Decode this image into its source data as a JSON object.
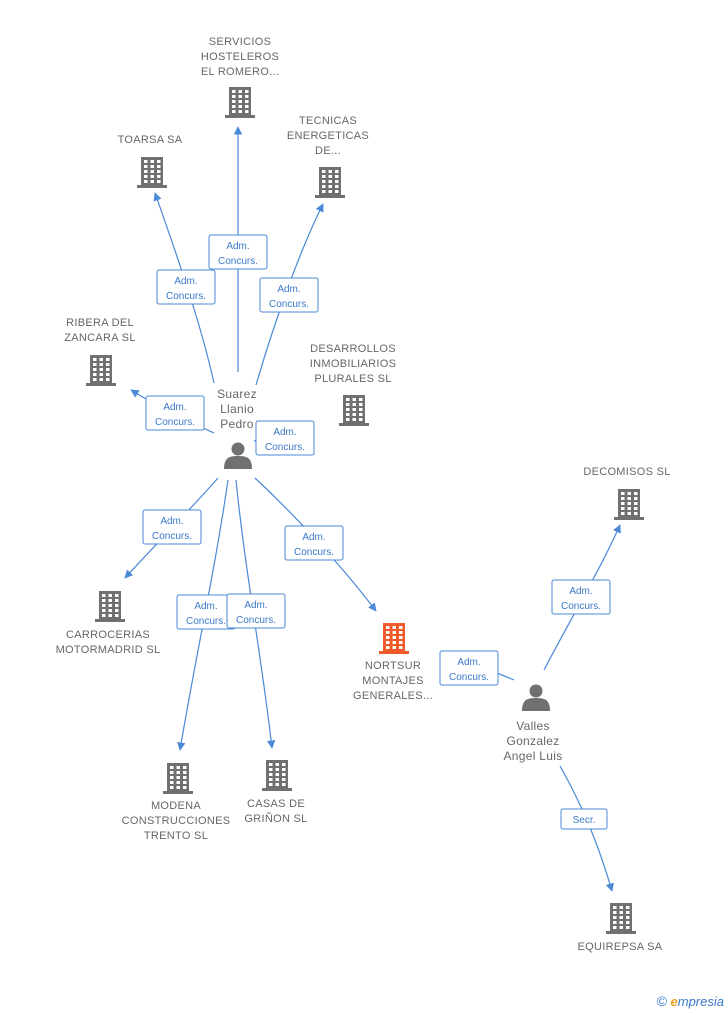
{
  "colors": {
    "edge": "#4a88d8",
    "node": "#707070",
    "focus_node": "#f05a28",
    "label": "#666666"
  },
  "nodes": [
    {
      "id": "suarez",
      "kind": "person",
      "label": "Suarez\nLlanio\nPedro",
      "icon": "person-icon"
    },
    {
      "id": "valles",
      "kind": "person",
      "label": "Valles\nGonzalez\nAngel Luis",
      "icon": "person-icon"
    },
    {
      "id": "servicios",
      "kind": "company",
      "label": "SERVICIOS\nHOSTELEROS\nEL ROMERO...",
      "icon": "building-icon"
    },
    {
      "id": "toarsa",
      "kind": "company",
      "label": "TOARSA SA",
      "icon": "building-icon"
    },
    {
      "id": "tecnicas",
      "kind": "company",
      "label": "TECNICAS\nENERGETICAS\nDE...",
      "icon": "building-icon"
    },
    {
      "id": "ribera",
      "kind": "company",
      "label": "RIBERA DEL\nZANCARA SL",
      "icon": "building-icon"
    },
    {
      "id": "desarrollos",
      "kind": "company",
      "label": "DESARROLLOS\nINMOBILIARIOS\nPLURALES SL",
      "icon": "building-icon"
    },
    {
      "id": "carrocerias",
      "kind": "company",
      "label": "CARROCERIAS\nMOTORMADRID SL",
      "icon": "building-icon"
    },
    {
      "id": "nortsur",
      "kind": "company",
      "focus": true,
      "label": "NORTSUR\nMONTAJES\nGENERALES...",
      "icon": "building-icon"
    },
    {
      "id": "modena",
      "kind": "company",
      "label": "MODENA\nCONSTRUCCIONES\nTRENTO SL",
      "icon": "building-icon"
    },
    {
      "id": "casas",
      "kind": "company",
      "label": "CASAS DE\nGRIÑON SL",
      "icon": "building-icon"
    },
    {
      "id": "decomisos",
      "kind": "company",
      "label": "DECOMISOS SL",
      "icon": "building-icon"
    },
    {
      "id": "equirepsa",
      "kind": "company",
      "label": "EQUIREPSA SA",
      "icon": "building-icon"
    }
  ],
  "edges": [
    {
      "from": "suarez",
      "to": "servicios",
      "label": "Adm.\nConcurs."
    },
    {
      "from": "suarez",
      "to": "toarsa",
      "label": "Adm.\nConcurs."
    },
    {
      "from": "suarez",
      "to": "tecnicas",
      "label": "Adm.\nConcurs."
    },
    {
      "from": "suarez",
      "to": "ribera",
      "label": "Adm.\nConcurs."
    },
    {
      "from": "suarez",
      "to": "desarrollos",
      "label": "Adm.\nConcurs."
    },
    {
      "from": "suarez",
      "to": "carrocerias",
      "label": "Adm.\nConcurs."
    },
    {
      "from": "suarez",
      "to": "nortsur",
      "label": "Adm.\nConcurs."
    },
    {
      "from": "suarez",
      "to": "modena",
      "label": "Adm.\nConcurs."
    },
    {
      "from": "suarez",
      "to": "casas",
      "label": "Adm.\nConcurs."
    },
    {
      "from": "valles",
      "to": "nortsur",
      "label": "Adm.\nConcurs."
    },
    {
      "from": "valles",
      "to": "decomisos",
      "label": "Adm.\nConcurs."
    },
    {
      "from": "valles",
      "to": "equirepsa",
      "label": "Secr."
    }
  ],
  "brand": {
    "copyright": "©",
    "initial": "e",
    "rest": "mpresia"
  }
}
